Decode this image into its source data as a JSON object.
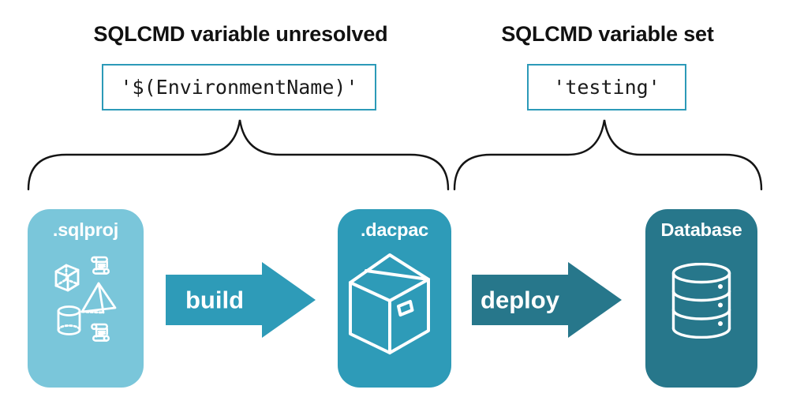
{
  "diagram": {
    "left": {
      "heading": "SQLCMD variable unresolved",
      "code": "'$(EnvironmentName)'"
    },
    "right": {
      "heading": "SQLCMD variable set",
      "code": "'testing'"
    },
    "nodes": [
      {
        "label": ".sqlproj",
        "icon": "sql-project-shapes-icon"
      },
      {
        "label": ".dacpac",
        "icon": "package-box-icon"
      },
      {
        "label": "Database",
        "icon": "database-cylinder-icon"
      }
    ],
    "arrows": [
      {
        "label": "build"
      },
      {
        "label": "deploy"
      }
    ]
  },
  "colors": {
    "background": "#FFFFFF",
    "heading_text": "#111111",
    "code_text": "#1A1A1A",
    "code_box_border": "#2C9AB8",
    "brace_stroke": "#141414",
    "node_sqlproj": "#7AC6DA",
    "node_dacpac": "#2E9BB8",
    "node_database": "#27778B",
    "arrow_build": "#2E9BB8",
    "arrow_deploy": "#27778B",
    "node_label_text": "#FFFFFF",
    "arrow_label_text": "#FFFFFF",
    "icon_stroke": "#FFFFFF"
  }
}
